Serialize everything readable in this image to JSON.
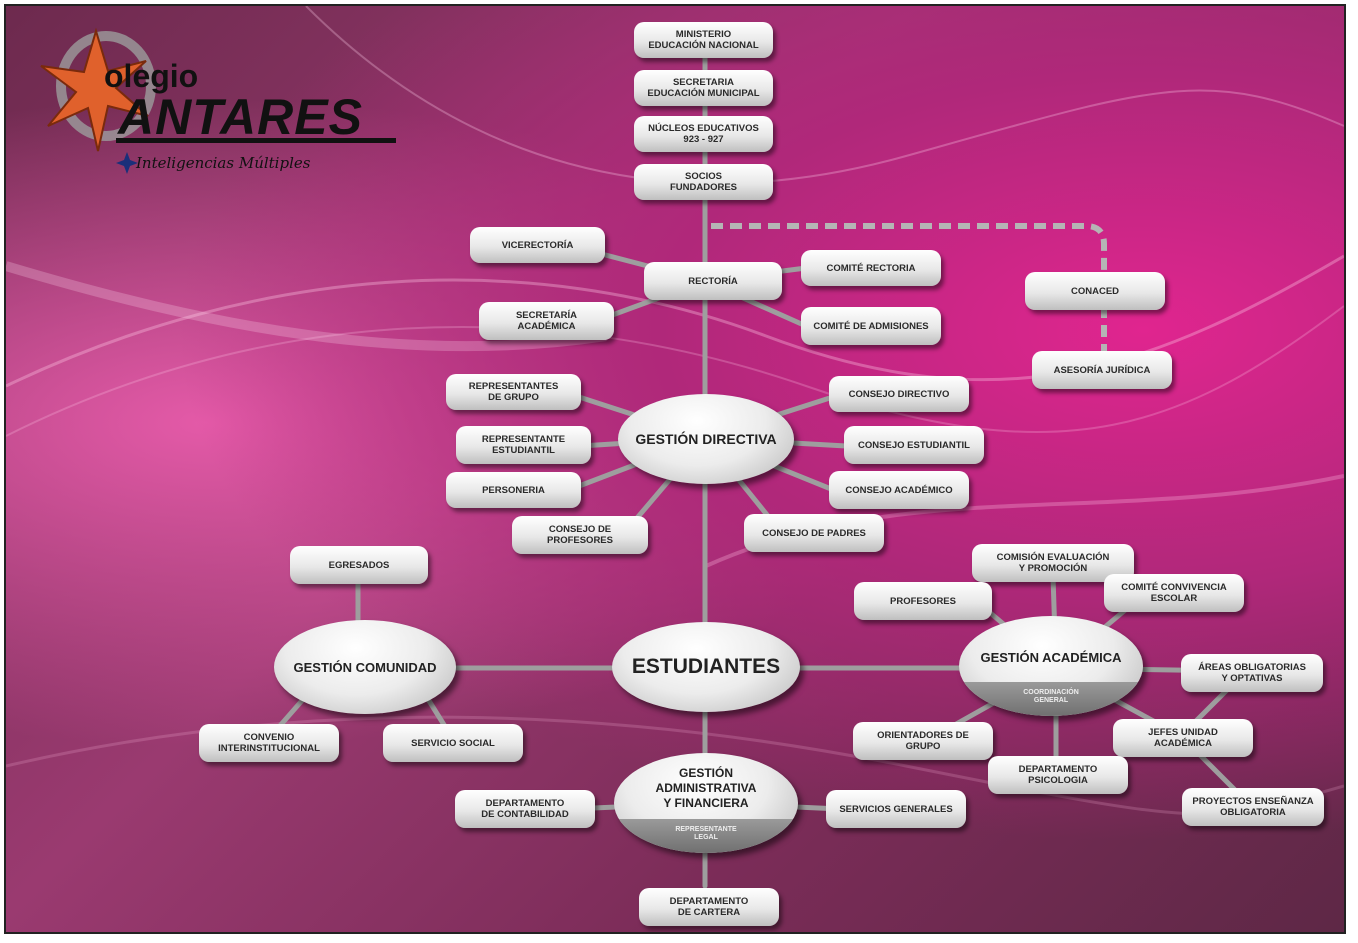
{
  "logo": {
    "line1": "olegio",
    "line2": "ANTARES",
    "tagline": "Inteligencias Múltiples"
  },
  "nodes": {
    "ministerio": "MINISTERIO\nEDUCACIÓN NACIONAL",
    "secretaria_municipal": "SECRETARIA\nEDUCACIÓN MUNICIPAL",
    "nucleos": "NÚCLEOS EDUCATIVOS\n923 - 927",
    "socios": "SOCIOS\nFUNDADORES",
    "vicerrectoria": "VICERECTORÍA",
    "rectoria": "RECTORÍA",
    "comite_rectoria": "COMITÉ RECTORIA",
    "secretaria_academica": "SECRETARÍA\nACADÉMICA",
    "comite_admisiones": "COMITÉ DE ADMISIONES",
    "conaced": "CONACED",
    "asesoria_juridica": "ASESORÍA JURÍDICA",
    "gestion_directiva": "GESTIÓN DIRECTIVA",
    "representantes_grupo": "REPRESENTANTES\nDE GRUPO",
    "representante_estudiantil": "REPRESENTANTE\nESTUDIANTIL",
    "personeria": "PERSONERIA",
    "consejo_profesores": "CONSEJO DE PROFESORES",
    "consejo_directivo": "CONSEJO DIRECTIVO",
    "consejo_estudiantil": "CONSEJO ESTUDIANTIL",
    "consejo_academico": "CONSEJO ACADÉMICO",
    "consejo_padres": "CONSEJO DE PADRES",
    "estudiantes": "ESTUDIANTES",
    "gestion_comunidad": "GESTIÓN COMUNIDAD",
    "egresados": "EGRESADOS",
    "convenio": "CONVENIO\nINTERINSTITUCIONAL",
    "servicio_social": "SERVICIO SOCIAL",
    "gestion_academica": "GESTIÓN ACADÉMICA",
    "coordinacion_general": "COORDINACIÓN\nGENERAL",
    "comision_evaluacion": "COMISIÓN EVALUACIÓN\nY PROMOCIÓN",
    "profesores": "PROFESORES",
    "comite_convivencia": "COMITÉ CONVIVENCIA\nESCOLAR",
    "areas_obligatorias": "ÁREAS OBLIGATORIAS\nY OPTATIVAS",
    "jefes_unidad": "JEFES UNIDAD ACADÉMICA",
    "proyectos_ensenanza": "PROYECTOS ENSEÑANZA\nOBLIGATORIA",
    "orientadores_grupo": "ORIENTADORES DE GRUPO",
    "departamento_psicologia": "DEPARTAMENTO\nPSICOLOGIA",
    "gestion_administrativa": "GESTIÓN\nADMINISTRATIVA\nY FINANCIERA",
    "representante_legal": "REPRESENTANTE\nLEGAL",
    "departamento_contabilidad": "DEPARTAMENTO\nDE CONTABILIDAD",
    "servicios_generales": "SERVICIOS GENERALES",
    "departamento_cartera": "DEPARTAMENTO\nDE CARTERA"
  }
}
